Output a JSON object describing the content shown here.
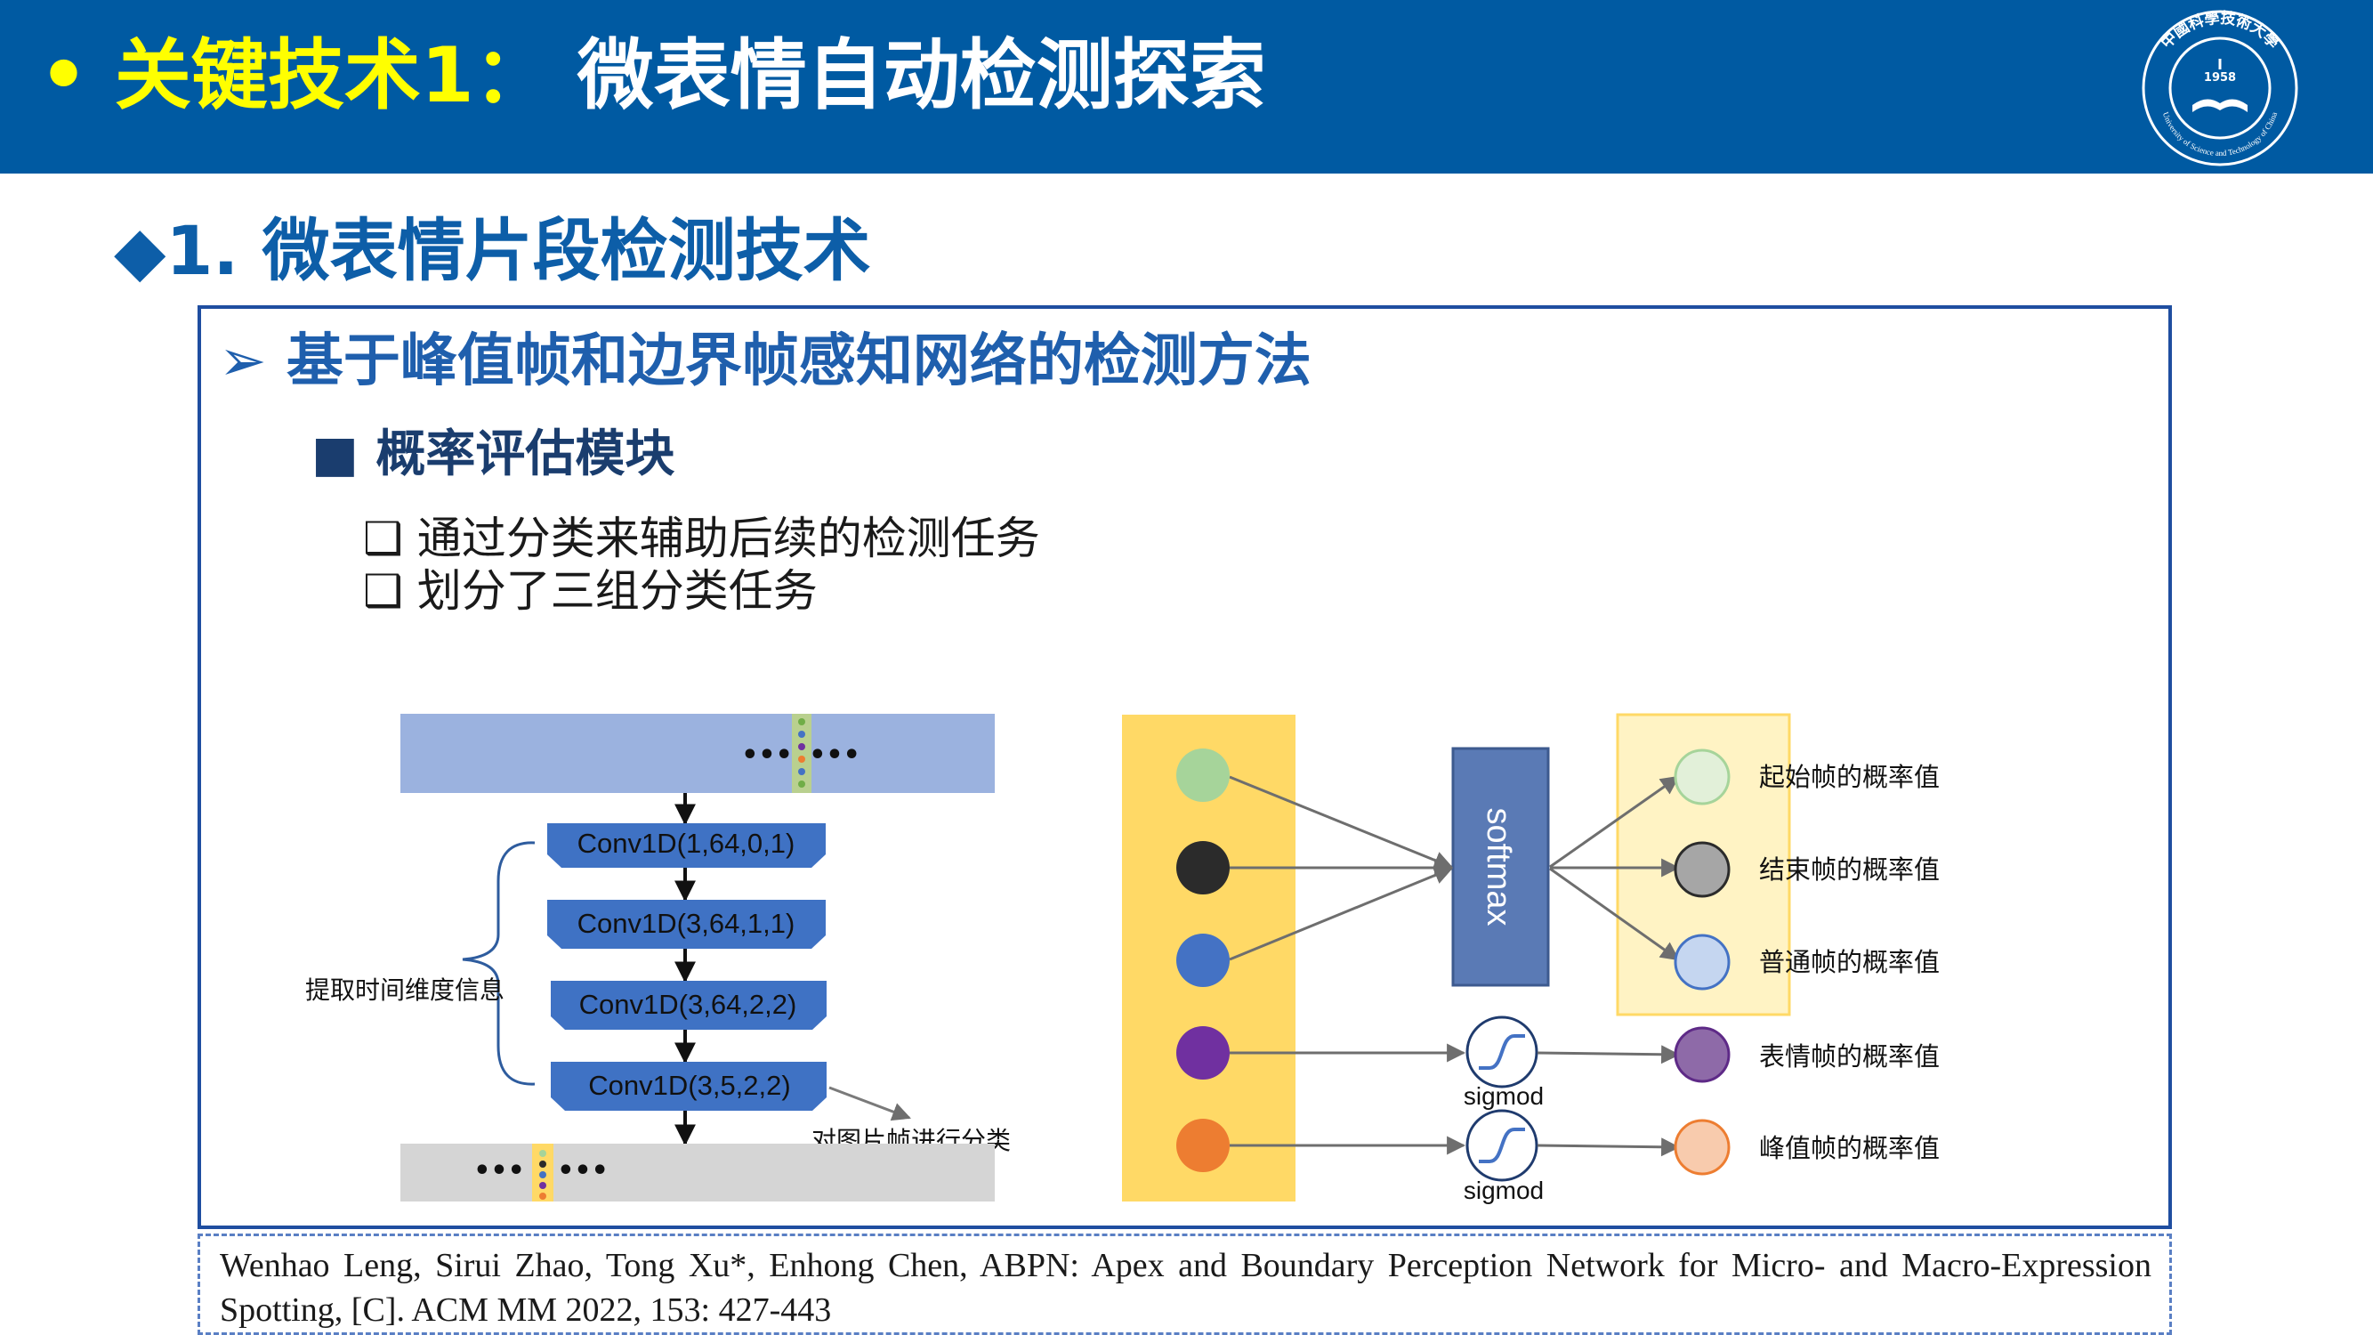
{
  "header": {
    "bullet": "•",
    "title_part1": "关键技术1：",
    "title_part2": "微表情自动检测探索"
  },
  "logo": {
    "top_text": "中國科學技術大學",
    "year": "1958",
    "bottom_text": "University of Science and Technology of China"
  },
  "section": {
    "title": "◆1. 微表情片段检测技术"
  },
  "content": {
    "point1": "➢ 基于峰值帧和边界帧感知网络的检测方法",
    "point2": "■ 概率评估模块",
    "bullets": [
      "❑ 通过分类来辅助后续的检测任务",
      "❑ 划分了三组分类任务"
    ]
  },
  "diagram": {
    "top_dots": "••• ┆ •••",
    "bottom_dots": "••• ┆ •••",
    "conv_layers": [
      "Conv1D(1,64,0,1)",
      "Conv1D(3,64,1,1)",
      "Conv1D(3,64,2,2)",
      "Conv1D(3,5,2,2)"
    ],
    "brace_label": "提取时间维度信息",
    "classify_label": "对图片帧进行分类",
    "softmax_label": "softmax",
    "sigmoid_labels": [
      "sigmod",
      "sigmod"
    ],
    "outputs": [
      "起始帧的概率值",
      "结束帧的概率值",
      "普通帧的概率值",
      "表情帧的概率值",
      "峰值帧的概率值"
    ],
    "colors": {
      "feature_bar": "#9bb2df",
      "output_bar": "#d5d5d5",
      "conv_block": "#3f72c4",
      "yellow_column": "#ffd966",
      "softmax_box": "#5a7ab5",
      "output_box": "#fff3c4",
      "node_colors": [
        "#a6d49a",
        "#2b2b2b",
        "#4472c4",
        "#7030a0",
        "#ed7d31"
      ],
      "output_node_colors": [
        "#e2f0d9",
        "#a6a6a6",
        "#c5d6f0",
        "#8e6aa8",
        "#f8cbad"
      ]
    }
  },
  "reference": {
    "text": "Wenhao Leng, Sirui Zhao, Tong Xu*, Enhong Chen, ABPN: Apex and Boundary Perception Network for Micro- and Macro-Expression Spotting, [C]. ACM MM 2022, 153: 427-443"
  }
}
